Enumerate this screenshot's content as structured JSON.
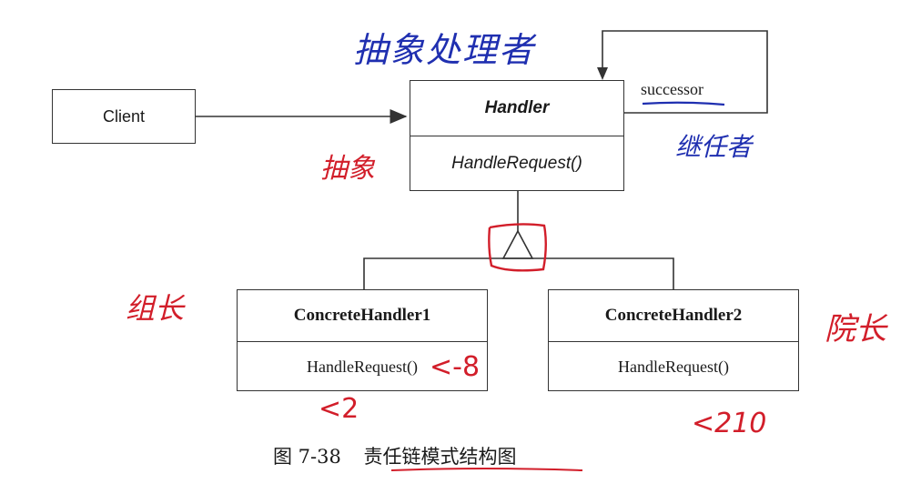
{
  "diagram": {
    "client": {
      "label": "Client"
    },
    "handler": {
      "name": "Handler",
      "method": "HandleRequest()"
    },
    "successor_label": "successor",
    "concrete1": {
      "name": "ConcreteHandler1",
      "method": "HandleRequest()"
    },
    "concrete2": {
      "name": "ConcreteHandler2",
      "method": "HandleRequest()"
    },
    "caption": {
      "figure_no": "图 7-38",
      "title": "责任链模式结构图"
    }
  },
  "annotations": {
    "abstract_handler": "抽象处理者",
    "abstract": "抽象",
    "successor_note": "继任者",
    "left_note": "组长",
    "right_note": "院长",
    "c1_method_note": "<-8",
    "c1_below_note": "<2",
    "c2_below_note": "<210"
  },
  "colors": {
    "ink_blue": "#1f2fb0",
    "ink_red": "#d21e2a",
    "line": "#333333"
  }
}
